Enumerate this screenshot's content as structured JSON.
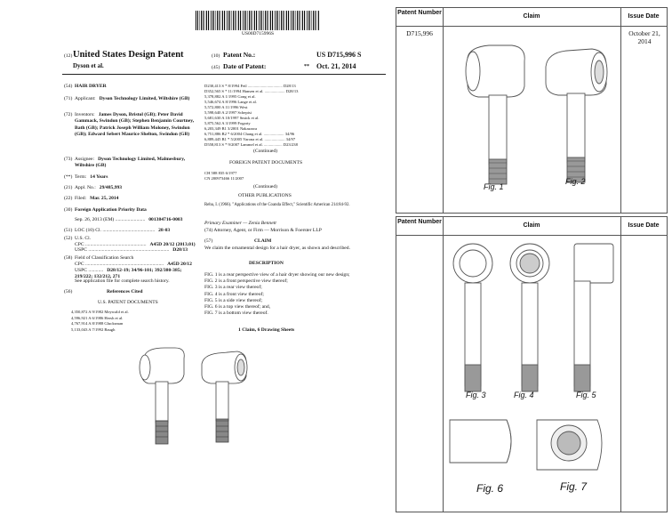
{
  "patent": {
    "barcode_number": "US00D715996S",
    "header": {
      "code12": "(12)",
      "title": "United States Design Patent",
      "inventor_short": "Dyson et al.",
      "code10": "(10)",
      "patent_no_label": "Patent No.:",
      "patent_no": "US D715,996 S",
      "code45": "(45)",
      "date_label": "Date of Patent:",
      "date_marks": "**",
      "date": "Oct. 21, 2014"
    },
    "left_fields": [
      {
        "code": "(54)",
        "label": "",
        "value": "HAIR DRYER"
      },
      {
        "code": "(71)",
        "label": "Applicant:",
        "value": "Dyson Technology Limited, Wiltshire (GB)"
      },
      {
        "code": "(72)",
        "label": "Inventors:",
        "value": "James Dyson, Bristol (GB); Peter David Gammack, Swindon (GB); Stephen Benjamin Courtney, Bath (GB); Patrick Joseph William Moloney, Swindon (GB); Edward Sebert Maurice Shelton, Swindon (GB)"
      },
      {
        "code": "(73)",
        "label": "Assignee:",
        "value": "Dyson Technology Limited, Malmesbury, Wiltshire (GB)"
      },
      {
        "code": "(**)",
        "label": "Term:",
        "value": "14 Years"
      },
      {
        "code": "(21)",
        "label": "Appl. No.:",
        "value": "29/485,993"
      },
      {
        "code": "(22)",
        "label": "Filed:",
        "value": "Mar. 25, 2014"
      },
      {
        "code": "(30)",
        "label": "",
        "value": "Foreign Application Priority Data"
      },
      {
        "code": "",
        "label": "Sep. 26, 2013   (EM) ........................",
        "value": "001384716-0003"
      },
      {
        "code": "(51)",
        "label": "LOC (10) Cl. ..........................................",
        "value": "28-03"
      },
      {
        "code": "(52)",
        "label": "U.S. Cl.",
        "value": ""
      },
      {
        "code": "",
        "label": "CPC .................................................",
        "value": "A45D 20/12 (2013.01)"
      },
      {
        "code": "",
        "label": "USPC .................................................................",
        "value": "D28/13"
      },
      {
        "code": "(58)",
        "label": "Field of Classification Search",
        "value": ""
      },
      {
        "code": "",
        "label": "CPC ...............................................................",
        "value": "A45D 20/12"
      },
      {
        "code": "",
        "label": "USPC ............",
        "value": "D28/12-19; 34/96-101; 392/380-385; 219/222; 132/212, 271"
      },
      {
        "code": "",
        "label": "See application file for complete search history.",
        "value": ""
      }
    ],
    "references": {
      "code": "(56)",
      "title": "References Cited",
      "subtitle": "U.S. PATENT DOCUMENTS",
      "rows": [
        "4,350,872  A      9/1982  Meywald et al.",
        "4,596,921  A      6/1986  Hersh et al.",
        "4,767,914  A      8/1988  Glucksman",
        "5,133,043  A      7/1992  Baugh"
      ]
    },
    "right_refs": [
      "D230,413  S  *   8/1994  Feil ..................................  D28/13",
      "D352,565  S  *  11/1994  Hansen et al. ....................  D28/13",
      "5,378,882  A      1/1995  Gong et al.",
      "5,546,674  A      8/1996  Lange et al.",
      "5,572,800  A     11/1996  West",
      "5,598,640  A      2/1997  Schepisi",
      "5,681,630  A     10/1997  Smick et al.",
      "5,875,562  A      3/1999  Fogarty",
      "6,203,349  B1     3/2001  Nakazawa",
      "6,751,886  B2 *   6/2004  Chang et al. ....................  34/96",
      "6,889,445  B1 *   5/2005  Varona et al. ....................  34/97",
      "D558,813  S  *   9/2007  Lammel et al. ..................  D23/238"
    ],
    "continued1": "(Continued)",
    "foreign": {
      "title": "FOREIGN PATENT DOCUMENTS",
      "rows": [
        "CH          588 835           6/1977",
        "CN          200973466        11/2007"
      ],
      "continued": "(Continued)"
    },
    "other": {
      "title": "OTHER PUBLICATIONS",
      "text": "Reba, I. (1966). \"Applications of the Coanda Effect,\" Scientific American 214:84-92."
    },
    "examiner": "Primary Examiner — Zenia Bennett",
    "attorney": "(74) Attorney, Agent, or Firm — Morrison & Foerster LLP",
    "claim": {
      "code": "(57)",
      "title": "CLAIM",
      "text": "We claim the ornamental design for a hair dryer, as shown and described."
    },
    "description": {
      "title": "DESCRIPTION",
      "lines": [
        "FIG. 1 is a rear perspective view of a hair dryer showing our new design;",
        "FIG. 2 is a front perspective view thereof;",
        "FIG. 3 is a rear view thereof;",
        "FIG. 4 is a front view thereof;",
        "FIG. 5 is a side view thereof;",
        "FIG. 6 is a top view thereof; and,",
        "FIG. 7 is a bottom view thereof."
      ]
    },
    "sheets": "1 Claim, 6 Drawing Sheets"
  },
  "table1": {
    "headers": {
      "patent_number": "Patent Number",
      "claim": "Claim",
      "issue_date": "Issue Date"
    },
    "patent_number": "D715,996",
    "issue_date": "October 21, 2014",
    "fig_labels": [
      "Fig. 1",
      "Fig. 2"
    ]
  },
  "table2": {
    "headers": {
      "patent_number": "Patent Number",
      "claim": "Claim",
      "issue_date": "Issue Date"
    },
    "fig_labels": [
      "Fig. 3",
      "Fig. 4",
      "Fig. 5",
      "Fig. 6",
      "Fig. 7"
    ]
  }
}
